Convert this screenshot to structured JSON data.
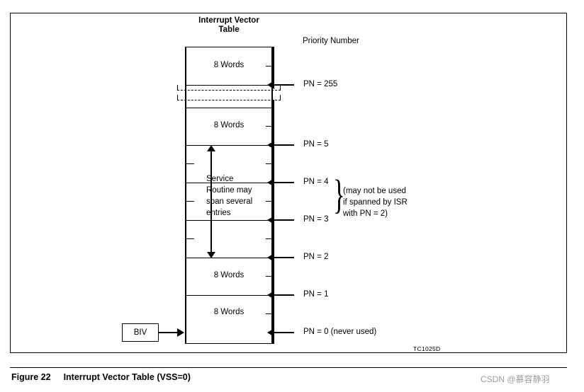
{
  "figure": {
    "caption_number": "Figure 22",
    "caption_text": "Interrupt Vector Table (VSS=0)",
    "doc_id": "TC1025D"
  },
  "diagram": {
    "table_title_line1": "Interrupt Vector",
    "table_title_line2": "Table",
    "priority_label": "Priority Number",
    "cells": [
      {
        "label": "8 Words"
      },
      {
        "label": "8 Words"
      },
      {
        "label": "8 Words"
      },
      {
        "label": "8 Words"
      }
    ],
    "service_routine_note": "Service Routine may span several entries",
    "priority_numbers": [
      {
        "text": "PN = 255"
      },
      {
        "text": "PN = 5"
      },
      {
        "text": "PN = 4"
      },
      {
        "text": "PN = 3"
      },
      {
        "text": "PN = 2"
      },
      {
        "text": "PN = 1"
      },
      {
        "text": "PN = 0 (never used)"
      }
    ],
    "brace_note_line1": "(may not be used",
    "brace_note_line2": "if spanned by ISR",
    "brace_note_line3": "with PN = 2)",
    "biv_label": "BIV"
  },
  "watermark": "CSDN @慕容静羽"
}
